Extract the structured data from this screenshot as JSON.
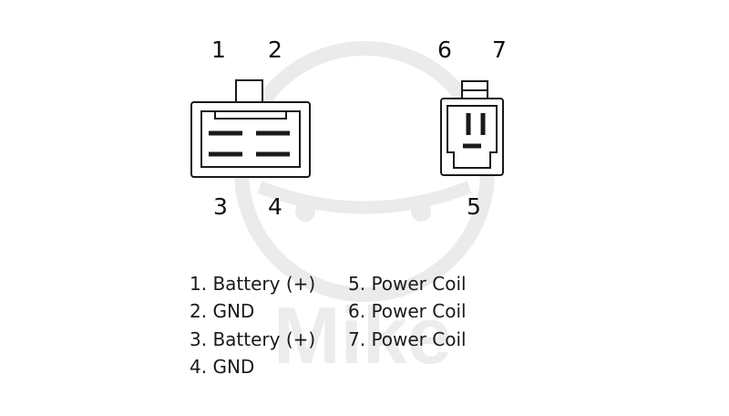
{
  "diagram": {
    "watermark": {
      "text": "Mike",
      "color": "#e8e8e8"
    },
    "connector_4pin": {
      "pins_top": [
        "1",
        "2"
      ],
      "pins_bottom": [
        "3",
        "4"
      ]
    },
    "connector_3pin": {
      "pins_top": [
        "6",
        "7"
      ],
      "pins_bottom": [
        "5"
      ]
    },
    "legend": {
      "left": [
        "1. Battery (+)",
        "2. GND",
        "3. Battery (+)",
        "4. GND"
      ],
      "right": [
        "5. Power Coil",
        "6. Power Coil",
        "7. Power Coil"
      ]
    },
    "colors": {
      "line": "#1a1a1a",
      "background": "#ffffff"
    }
  }
}
